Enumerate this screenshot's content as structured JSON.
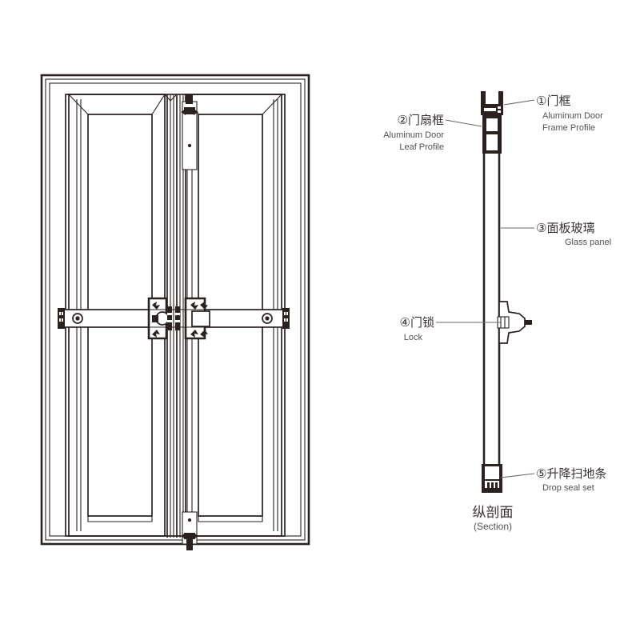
{
  "document": {
    "type": "technical-drawing",
    "subject": "Double glass aluminium door — elevation and vertical section",
    "background_color": "#ffffff",
    "line_color": "#2b2220",
    "leader_color": "#6e6664"
  },
  "views": {
    "elevation": {
      "name": "front-elevation",
      "description": "Double leaf aluminium framed glass door with push bar hardware"
    },
    "section": {
      "name": "vertical-section",
      "title_cn": "纵剖面",
      "title_en": "(Section)"
    }
  },
  "callouts": [
    {
      "number": "①",
      "cn": "门框",
      "en_line1": "Aluminum Door",
      "en_line2": "Frame Profile",
      "side": "right",
      "name": "callout-door-frame"
    },
    {
      "number": "②",
      "cn": "门扇框",
      "en_line1": "Aluminum Door",
      "en_line2": "Leaf Profile",
      "side": "left",
      "name": "callout-door-leaf"
    },
    {
      "number": "③",
      "cn": "面板玻璃",
      "en_line1": "Glass panel",
      "en_line2": "",
      "side": "right",
      "name": "callout-glass-panel"
    },
    {
      "number": "④",
      "cn": "门锁",
      "en_line1": "Lock",
      "en_line2": "",
      "side": "left",
      "name": "callout-lock"
    },
    {
      "number": "⑤",
      "cn": "升降扫地条",
      "en_line1": "Drop seal set",
      "en_line2": "",
      "side": "right",
      "name": "callout-drop-seal"
    }
  ]
}
